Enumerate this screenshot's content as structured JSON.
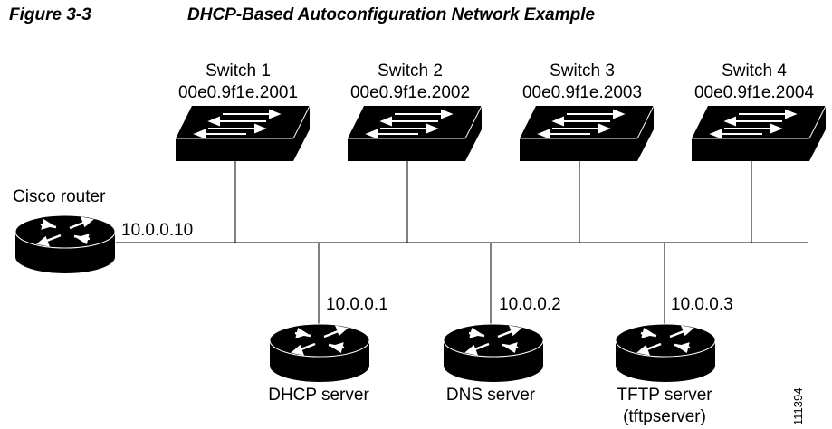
{
  "figure": {
    "number": "Figure 3-3",
    "title": "DHCP-Based Autoconfiguration Network Example",
    "id_code": "111394"
  },
  "switches": [
    {
      "name": "Switch 1",
      "mac": "00e0.9f1e.2001"
    },
    {
      "name": "Switch 2",
      "mac": "00e0.9f1e.2002"
    },
    {
      "name": "Switch 3",
      "mac": "00e0.9f1e.2003"
    },
    {
      "name": "Switch 4",
      "mac": "00e0.9f1e.2004"
    }
  ],
  "router": {
    "name": "Cisco router",
    "ip": "10.0.0.10"
  },
  "servers": [
    {
      "name": "DHCP server",
      "ip": "10.0.0.1",
      "subname": ""
    },
    {
      "name": "DNS server",
      "ip": "10.0.0.2",
      "subname": ""
    },
    {
      "name": "TFTP server",
      "ip": "10.0.0.3",
      "subname": "(tftpserver)"
    }
  ],
  "icons": {
    "switch": "switch-icon",
    "router": "router-icon"
  },
  "colors": {
    "device": "#000000",
    "line": "#000000",
    "background": "#ffffff"
  }
}
